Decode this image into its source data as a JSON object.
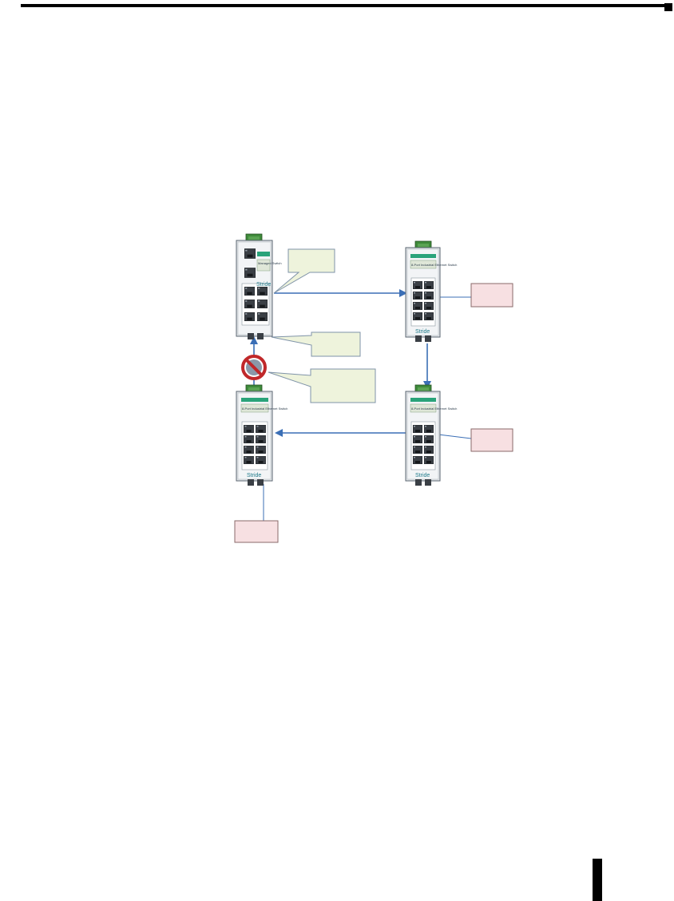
{
  "diagram": {
    "brand": "Stride",
    "label_managed": "Managed Switch",
    "label_unmanaged": "8-Port Industrial Ethernet Switch",
    "colors": {
      "link": "#3b6fb6",
      "callout_fill": "#eef3dc",
      "callout_stroke": "#7f93a8",
      "station_fill": "#f7e0e2",
      "station_stroke": "#8a6a6a",
      "switch_body": "#e4e7ea",
      "switch_stroke": "#5a6470",
      "prohibit_red": "#c0282a"
    },
    "callouts": [
      "",
      "",
      ""
    ],
    "stations": [
      "",
      "",
      ""
    ],
    "icons": [
      "prohibit-icon",
      "switch-icon",
      "rj45-port-icon"
    ]
  }
}
